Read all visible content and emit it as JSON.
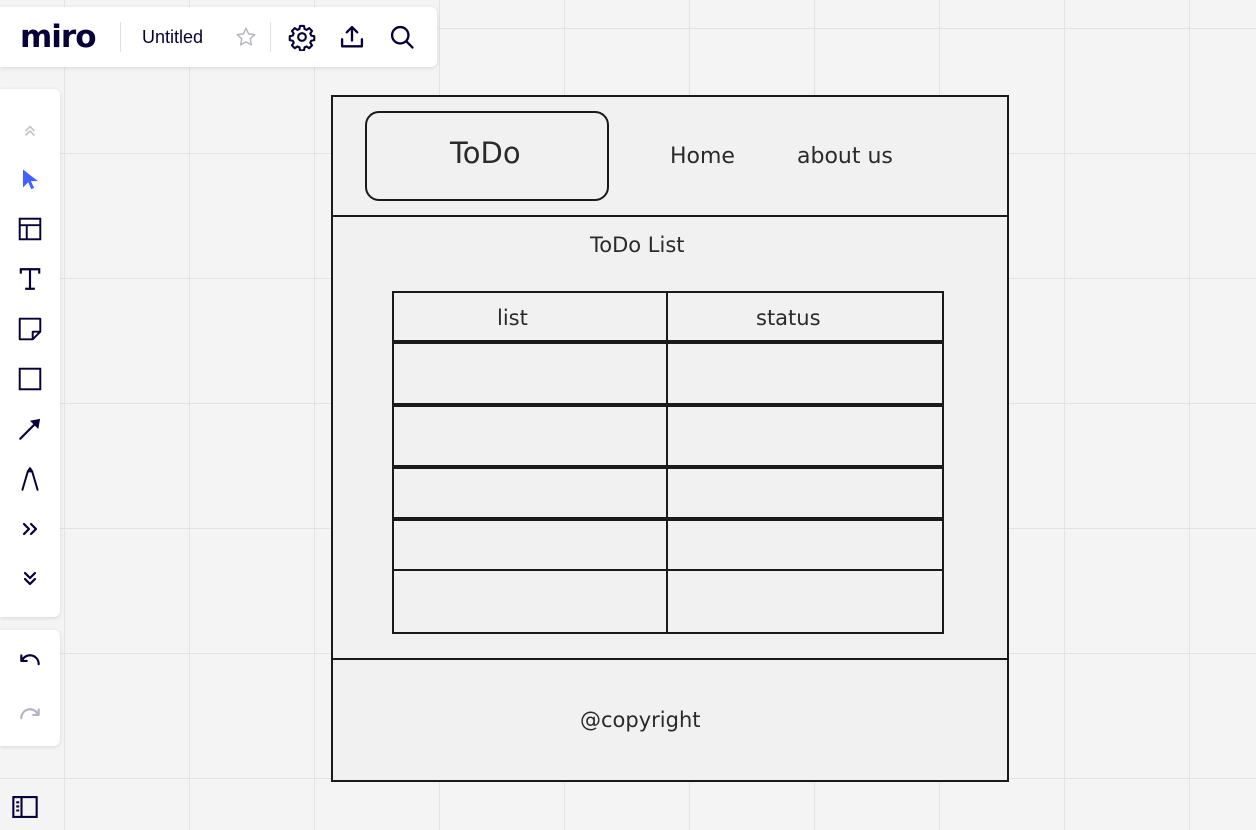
{
  "app": {
    "logo_text": "miro",
    "board_title": "Untitled",
    "top_icons": [
      "star-icon",
      "gear-icon",
      "upload-icon",
      "search-icon"
    ]
  },
  "toolbar": {
    "tools": [
      "collapse-up-icon",
      "select-cursor-icon",
      "templates-icon",
      "text-tool-icon",
      "sticky-note-icon",
      "rectangle-icon",
      "arrow-icon",
      "pen-icon",
      "more-tools-icon",
      "expand-down-icon"
    ],
    "history": [
      "undo-icon",
      "redo-icon"
    ],
    "bottom_icon": "panel-toggle-icon"
  },
  "wireframe": {
    "logo_label": "ToDo",
    "nav": [
      "Home",
      "about us"
    ],
    "section_title": "ToDo List",
    "table_headers": [
      "list",
      "status"
    ],
    "table_rows": [
      [
        "",
        ""
      ],
      [
        "",
        ""
      ],
      [
        "",
        ""
      ],
      [
        "",
        ""
      ],
      [
        "",
        ""
      ]
    ],
    "footer_text": "@copyright"
  },
  "colors": {
    "brand": "#050038",
    "accent": "#4262ff",
    "canvas": "#f4f4f4",
    "ink": "#1a1a1a"
  }
}
